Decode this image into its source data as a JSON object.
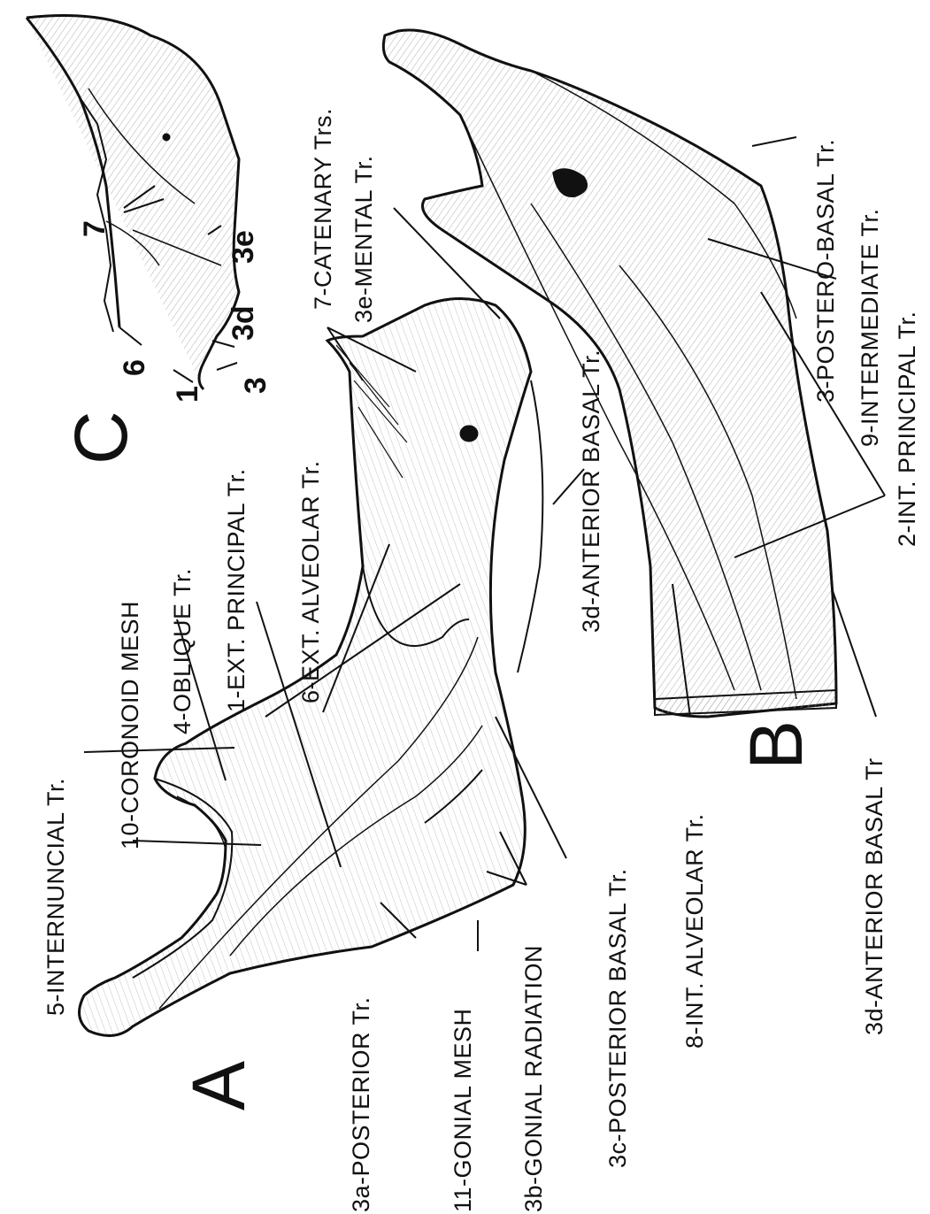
{
  "panels": {
    "a": "A",
    "b": "B",
    "c": "C"
  },
  "labels": {
    "internuncial": "5-INTERNUNCIAL Tr.",
    "coronoid_mesh": "10-CORONOID MESH",
    "oblique": "4-OBLIQUE Tr.",
    "ext_principal": "1-EXT. PRINCIPAL Tr.",
    "ext_alveolar": "6-EXT. ALVEOLAR Tr.",
    "catenary": "7-CATENARY Trs.",
    "mental": "3e-MENTAL Tr.",
    "anterior_basal_a": "3d-ANTERIOR BASAL Tr.",
    "posterior_tr": "3a-POSTERIOR Tr.",
    "gonial_mesh": "11-GONIAL MESH",
    "gonial_radiation": "3b-GONIAL RADIATION",
    "posterior_basal": "3c-POSTERIOR BASAL Tr.",
    "int_alveolar": "8-INT. ALVEOLAR Tr.",
    "anterior_basal_b": "3d-ANTERIOR BASAL Tr",
    "postero_basal": "3-POSTERO-BASAL Tr.",
    "intermediate": "9-INTERMEDIATE Tr.",
    "int_principal": "2-INT. PRINCIPAL Tr."
  },
  "panel_c_labels": {
    "n7": "7",
    "n3e": "3e",
    "n3d": "3d",
    "n3": "3",
    "n1": "1",
    "n6": "6"
  },
  "colors": {
    "ink": "#111111",
    "shade": "#d9d9d9",
    "paper": "#ffffff"
  }
}
